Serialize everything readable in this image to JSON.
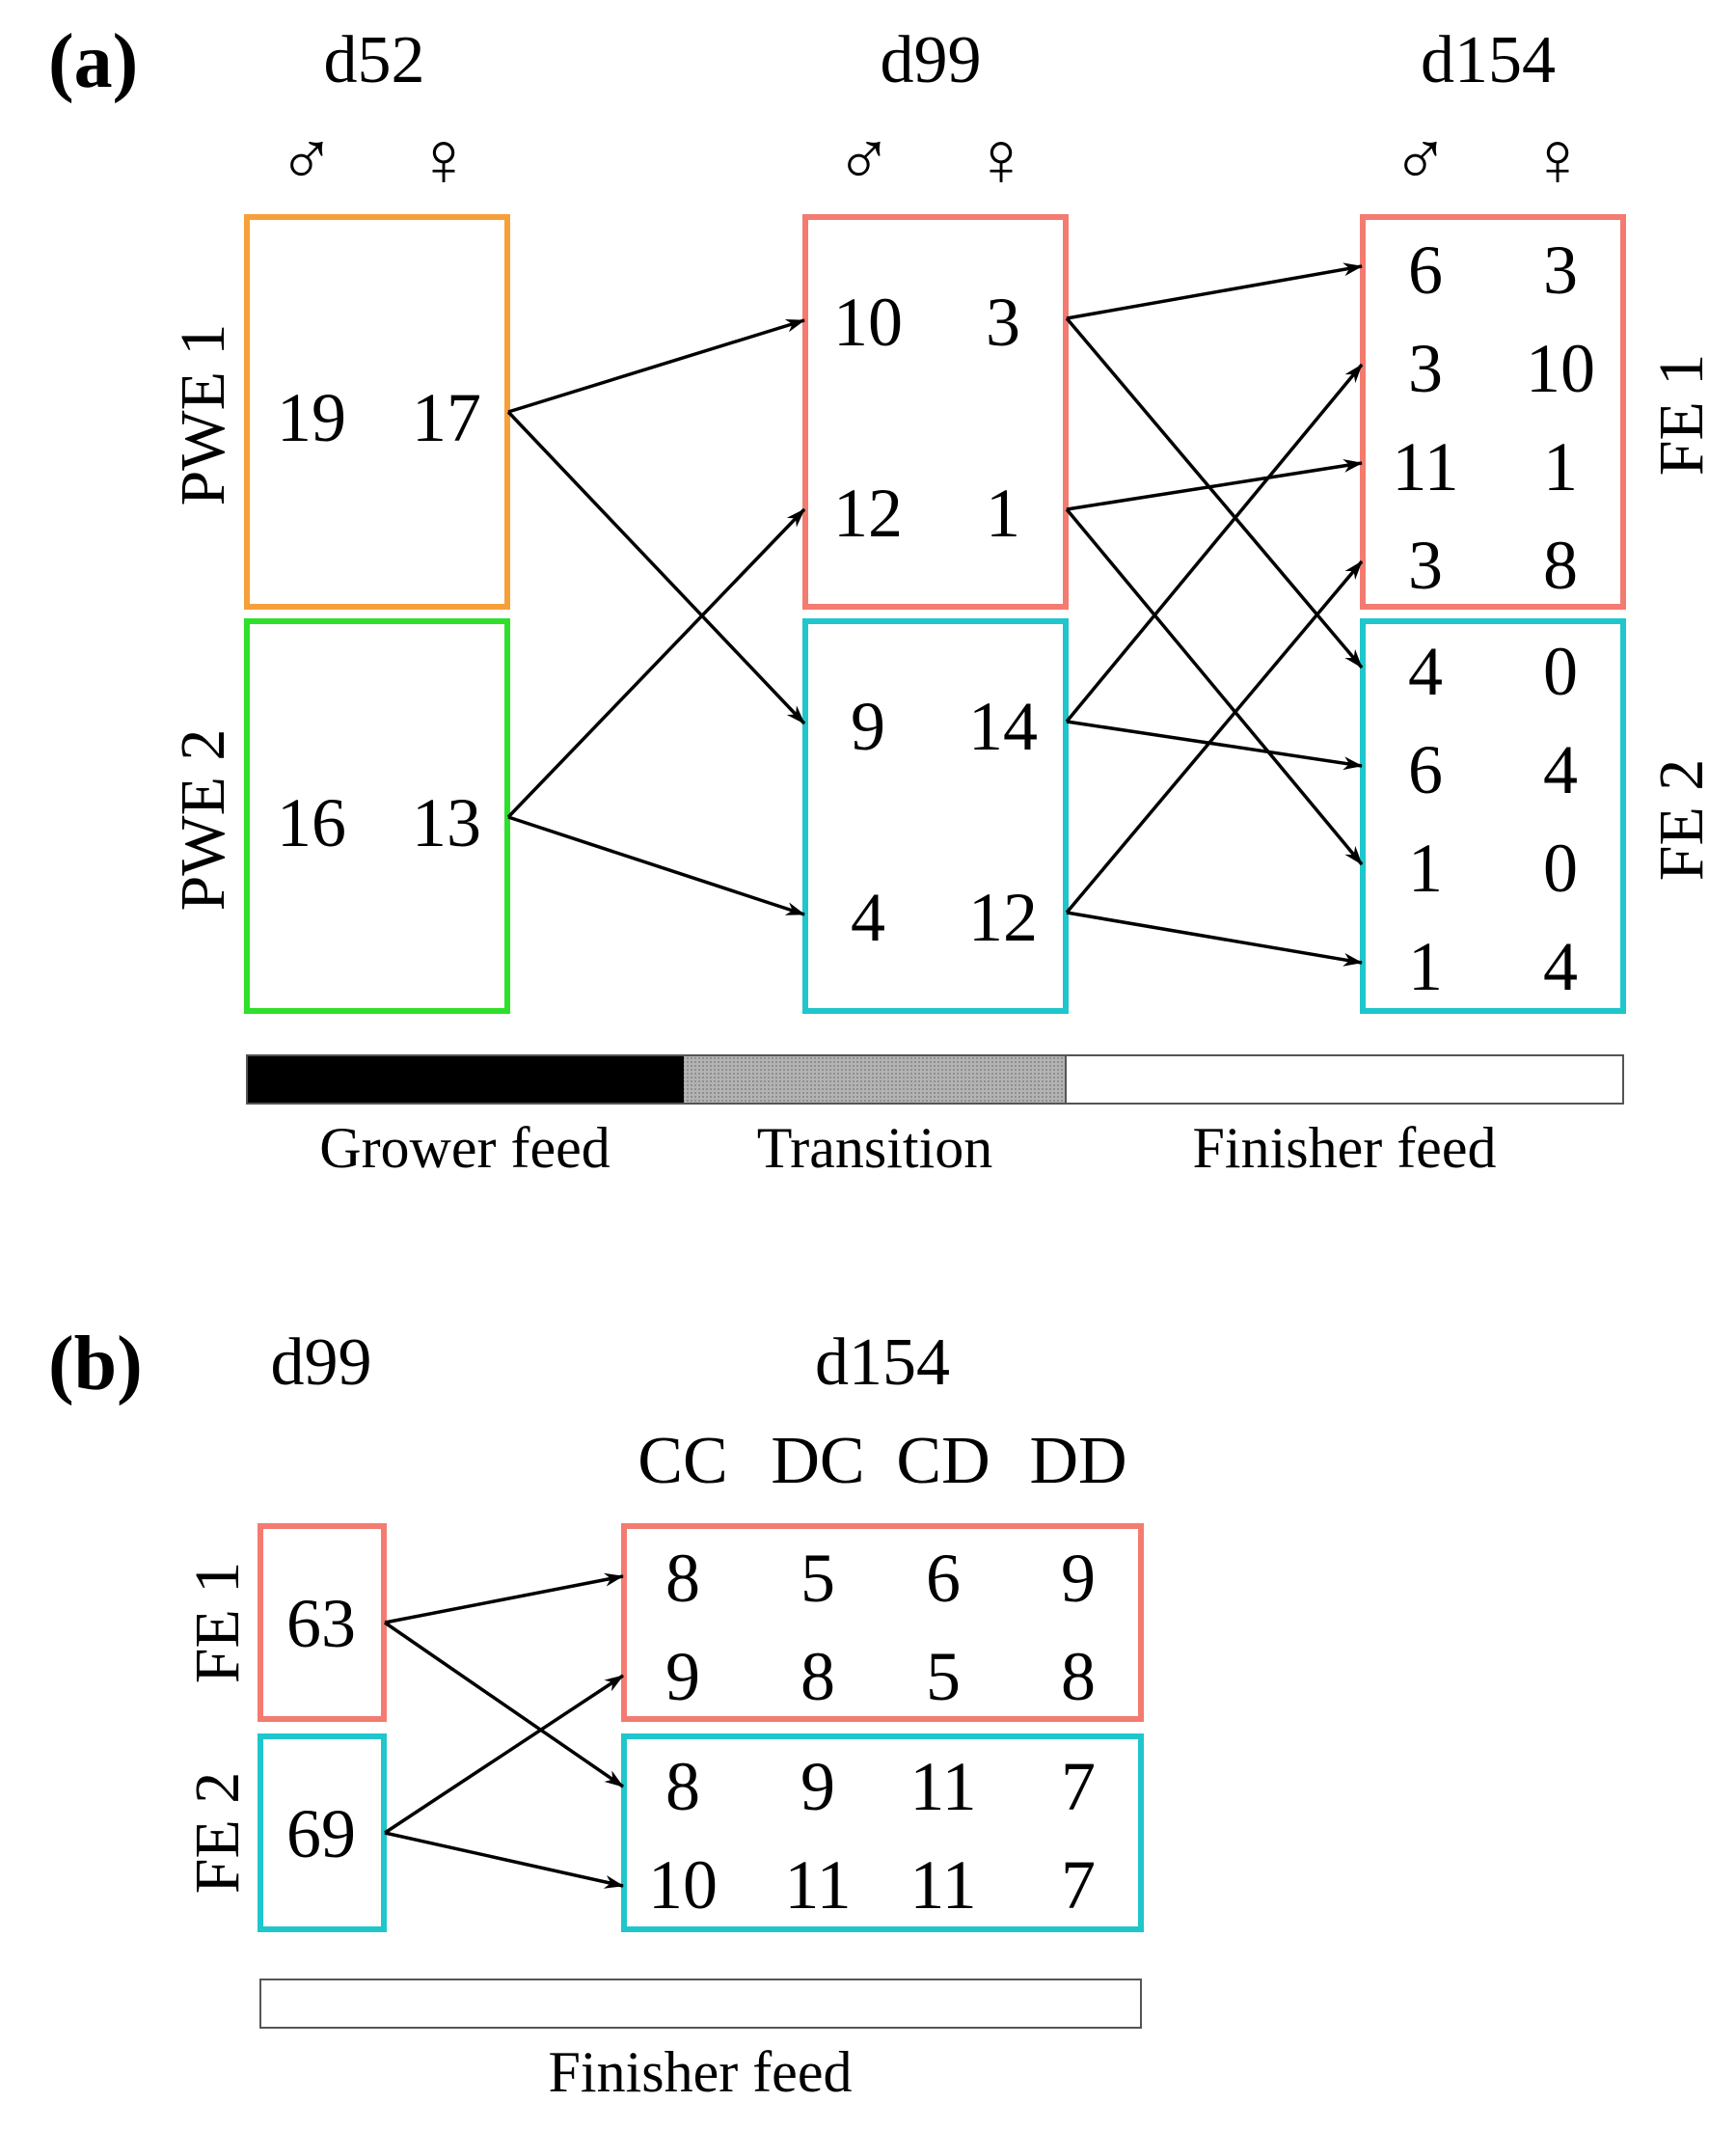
{
  "panel_a": {
    "label": "(a)",
    "timepoints": [
      "d52",
      "d99",
      "d154"
    ],
    "male_symbol": "♂",
    "female_symbol": "♀",
    "group_labels": {
      "pwe1": "PWE 1",
      "pwe2": "PWE 2",
      "fe1": "FE 1",
      "fe2": "FE 2"
    },
    "d52": {
      "pwe1": [
        "19",
        "17"
      ],
      "pwe2": [
        "16",
        "13"
      ]
    },
    "d99": {
      "fe1": [
        [
          "10",
          "3"
        ],
        [
          "12",
          "1"
        ]
      ],
      "fe2": [
        [
          "9",
          "14"
        ],
        [
          "4",
          "12"
        ]
      ]
    },
    "d154": {
      "fe1": [
        [
          "6",
          "3"
        ],
        [
          "3",
          "10"
        ],
        [
          "11",
          "1"
        ],
        [
          "3",
          "8"
        ]
      ],
      "fe2": [
        [
          "4",
          "0"
        ],
        [
          "6",
          "4"
        ],
        [
          "1",
          "0"
        ],
        [
          "1",
          "4"
        ]
      ]
    },
    "feed_labels": [
      "Grower feed",
      "Transition",
      "Finisher feed"
    ],
    "colors": {
      "pwe1": "#f7a03a",
      "pwe2": "#2ee02a",
      "fe1": "#f47b70",
      "fe2": "#1fc6cb",
      "grower": "#000000",
      "transition": "#a6a6a6"
    }
  },
  "panel_b": {
    "label": "(b)",
    "timepoints": [
      "d99",
      "d154"
    ],
    "columns": [
      "CC",
      "DC",
      "CD",
      "DD"
    ],
    "group_labels": {
      "fe1": "FE 1",
      "fe2": "FE 2"
    },
    "d99": {
      "fe1": "63",
      "fe2": "69"
    },
    "d154": {
      "fe1": [
        [
          "8",
          "5",
          "6",
          "9"
        ],
        [
          "9",
          "8",
          "5",
          "8"
        ]
      ],
      "fe2": [
        [
          "8",
          "9",
          "11",
          "7"
        ],
        [
          "10",
          "11",
          "11",
          "7"
        ]
      ]
    },
    "feed_label": "Finisher feed"
  }
}
